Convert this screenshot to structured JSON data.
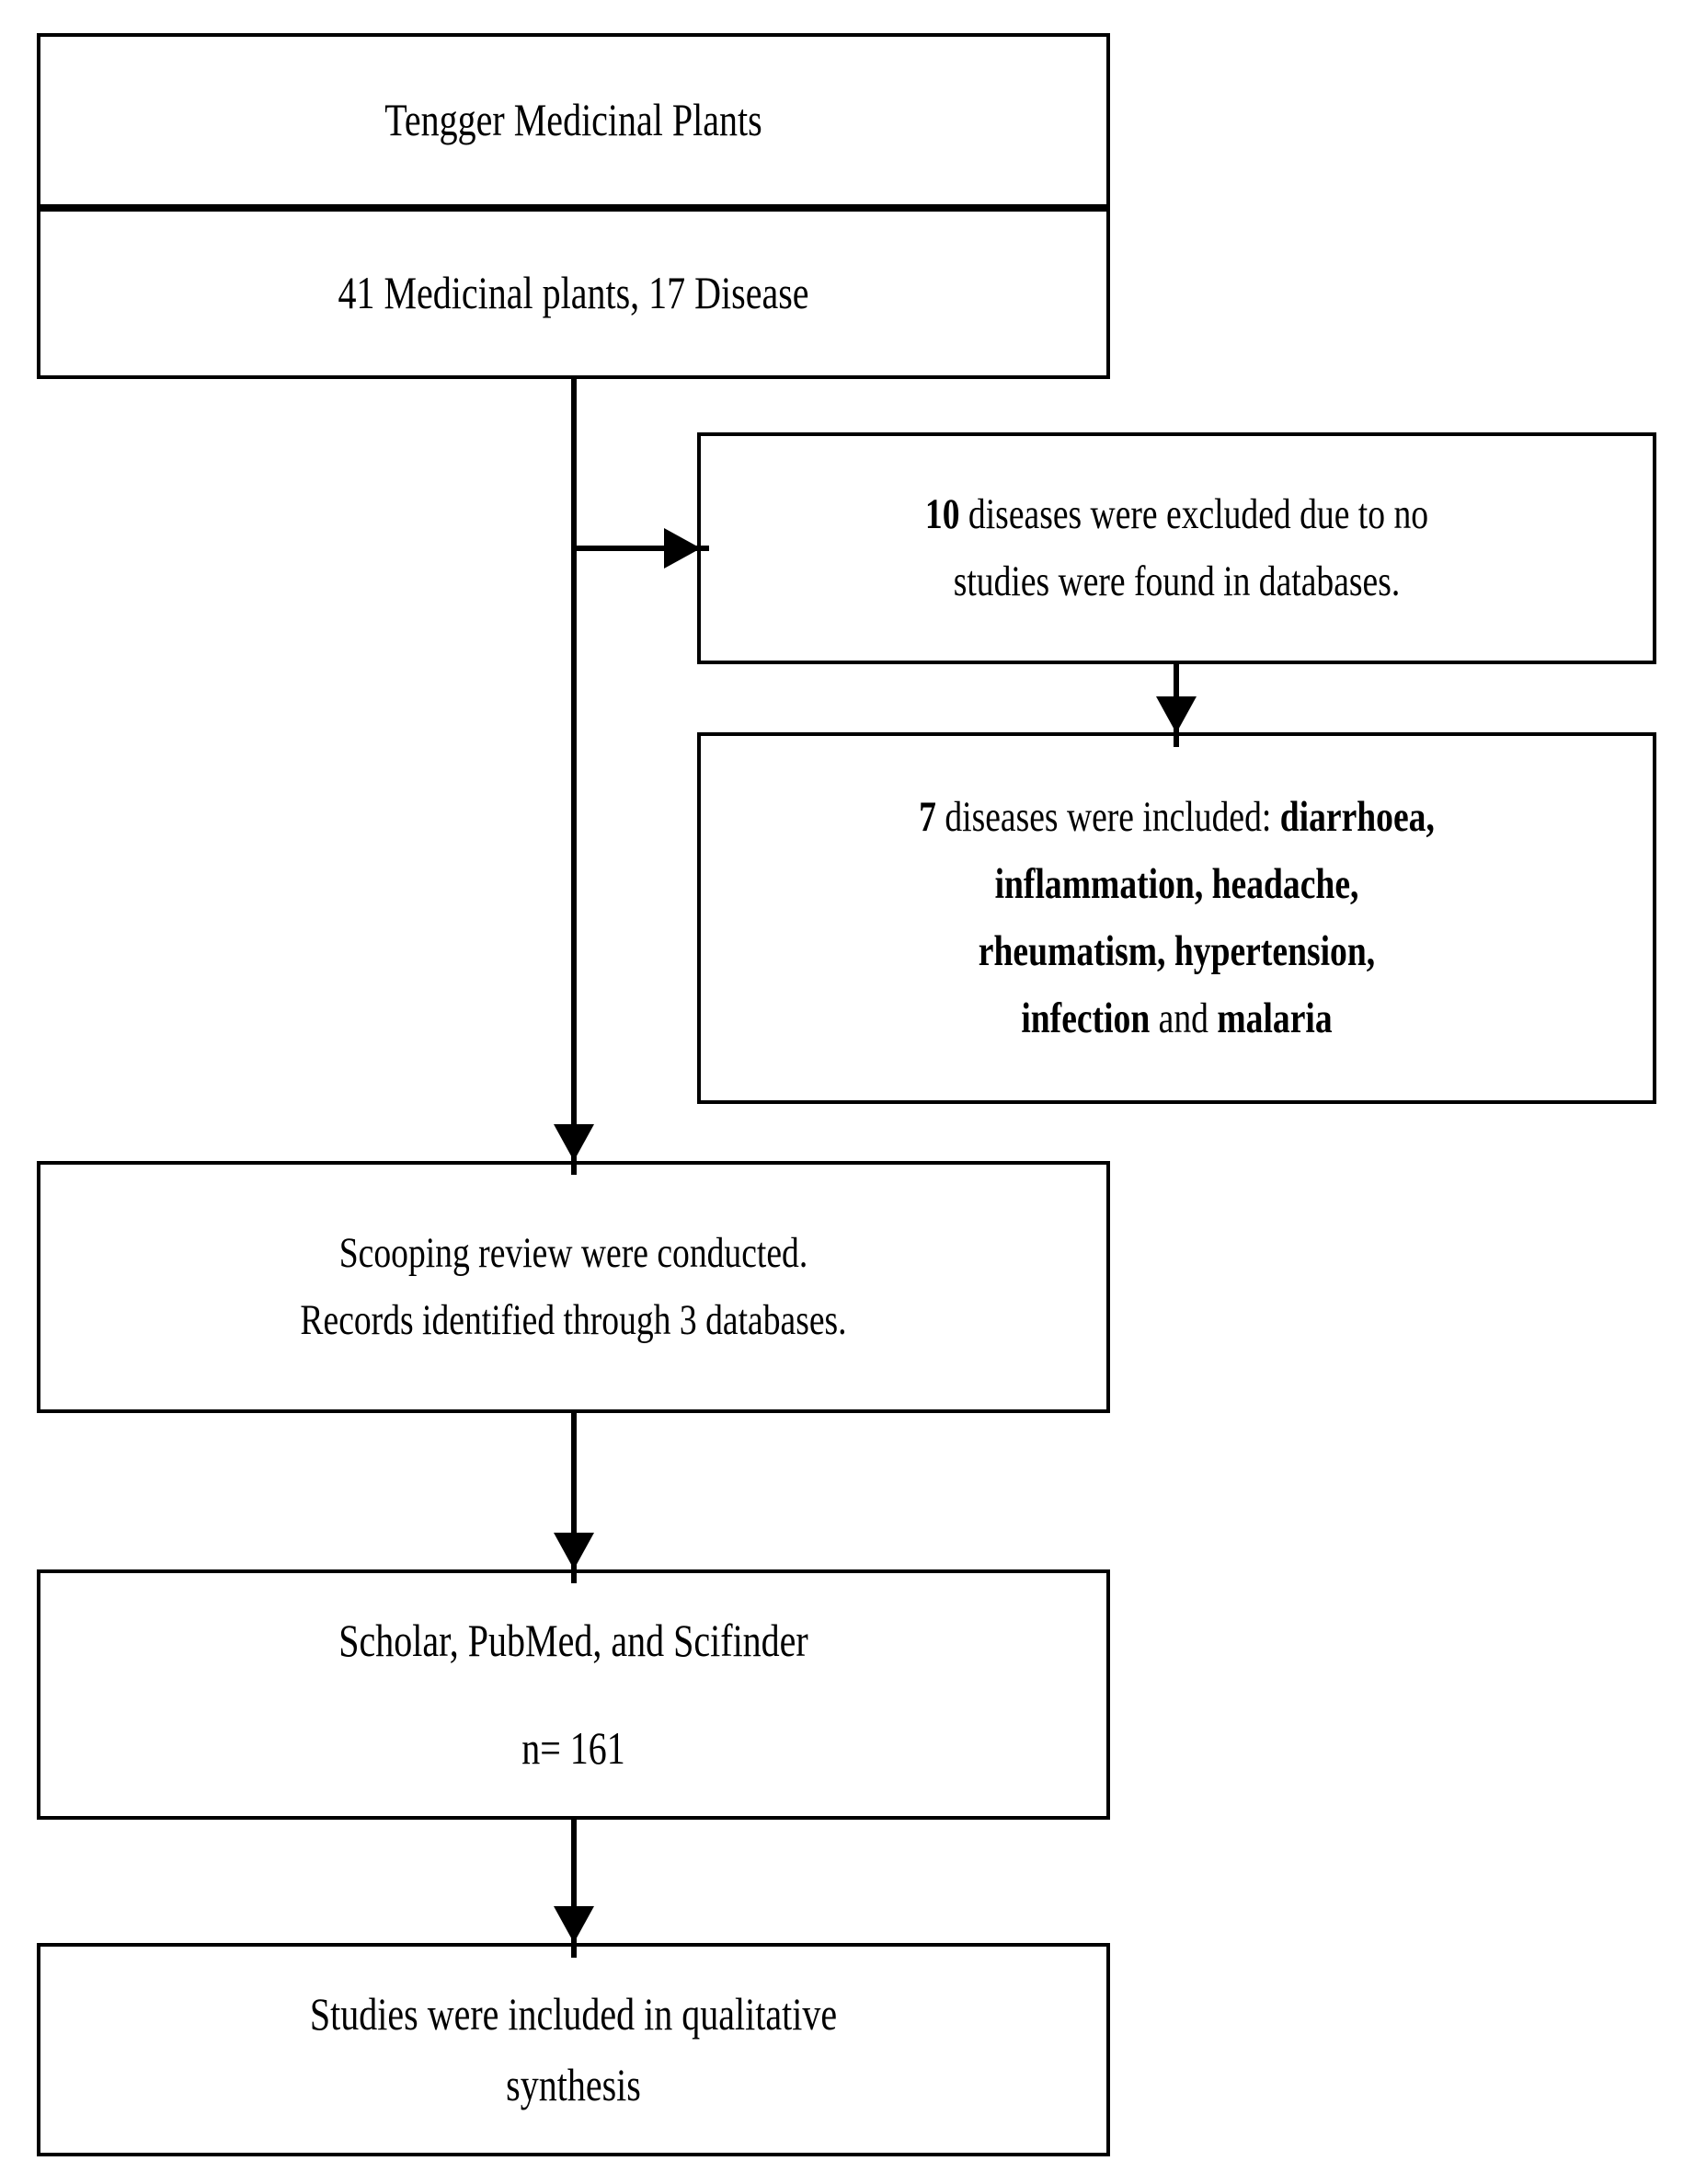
{
  "diagram": {
    "type": "flowchart",
    "title": "Tengger Medicinal Plants scoping review flow diagram",
    "nodes": {
      "title_box": {
        "label": "Tengger Medicinal Plants"
      },
      "counts_box": {
        "label": "41 Medicinal plants, 17 Disease",
        "plants_count": "41",
        "disease_count": "17"
      },
      "excluded_box": {
        "count": "10",
        "line1_rest": " diseases were excluded due to no",
        "line2": "studies were found in databases."
      },
      "included_box": {
        "count": "7",
        "line1_rest": " diseases were included: ",
        "line1_bold": "diarrhoea,",
        "line2_bold": "inflammation, headache,",
        "line3_bold": "rheumatism, hypertension,",
        "line4_bold_a": "infection",
        "line4_plain": " and ",
        "line4_bold_b": "malaria",
        "diseases": [
          "diarrhoea",
          "inflammation",
          "headache",
          "rheumatism",
          "hypertension",
          "infection",
          "malaria"
        ]
      },
      "scooping_box": {
        "line1": "Scooping review were conducted.",
        "line2": "Records identified through 3 databases.",
        "database_count": "3"
      },
      "databases_box": {
        "line1": "Scholar, PubMed, and Scifinder",
        "line2": "n= 161",
        "n": "161",
        "sources": [
          "Scholar",
          "PubMed",
          "Scifinder"
        ]
      },
      "synthesis_box": {
        "line1": "Studies were included in qualitative",
        "line2": "synthesis"
      }
    },
    "colors": {
      "stroke": "#000000",
      "fill": "#ffffff"
    }
  }
}
